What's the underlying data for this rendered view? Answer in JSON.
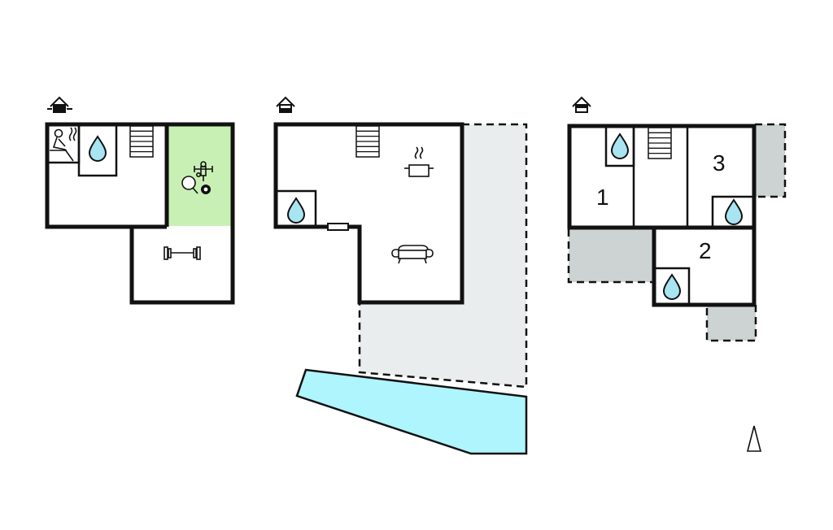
{
  "colors": {
    "wall": "#111111",
    "game_room_fill": "#c8f0b4",
    "terrace_fill": "#e9eded",
    "balcony_fill": "#cdd2d2",
    "pool_fill": "#aef5fd",
    "water_drop_fill": "#a8e4f2"
  },
  "floors": [
    {
      "id": "lower-floor",
      "level_icon": "house-basement-level-icon",
      "rooms": [
        {
          "name": "sauna",
          "icon": "sauna-icon"
        },
        {
          "name": "bathroom",
          "icon": "water-drop-icon"
        },
        {
          "name": "stairs",
          "icon": "stairs-icon"
        },
        {
          "name": "game-room",
          "icon": "table-football-icon"
        },
        {
          "name": "game-room",
          "icon": "table-tennis-icon"
        },
        {
          "name": "game-room",
          "icon": "billiard-ball-icon"
        },
        {
          "name": "fitness-room",
          "icon": "dumbbell-icon"
        }
      ]
    },
    {
      "id": "ground-floor",
      "level_icon": "house-ground-level-icon",
      "rooms": [
        {
          "name": "stairs",
          "icon": "stairs-icon"
        },
        {
          "name": "kitchen",
          "icon": "cooking-pot-icon"
        },
        {
          "name": "bathroom",
          "icon": "water-drop-icon"
        },
        {
          "name": "living-room",
          "icon": "sofa-icon"
        },
        {
          "name": "terrace",
          "icon": ""
        },
        {
          "name": "pool",
          "icon": ""
        }
      ]
    },
    {
      "id": "upper-floor",
      "level_icon": "house-upper-level-icon",
      "rooms": [
        {
          "name": "bedroom",
          "label": "1"
        },
        {
          "name": "bedroom",
          "label": "2"
        },
        {
          "name": "bedroom",
          "label": "3"
        }
      ]
    }
  ],
  "north_arrow": "north-arrow-icon"
}
